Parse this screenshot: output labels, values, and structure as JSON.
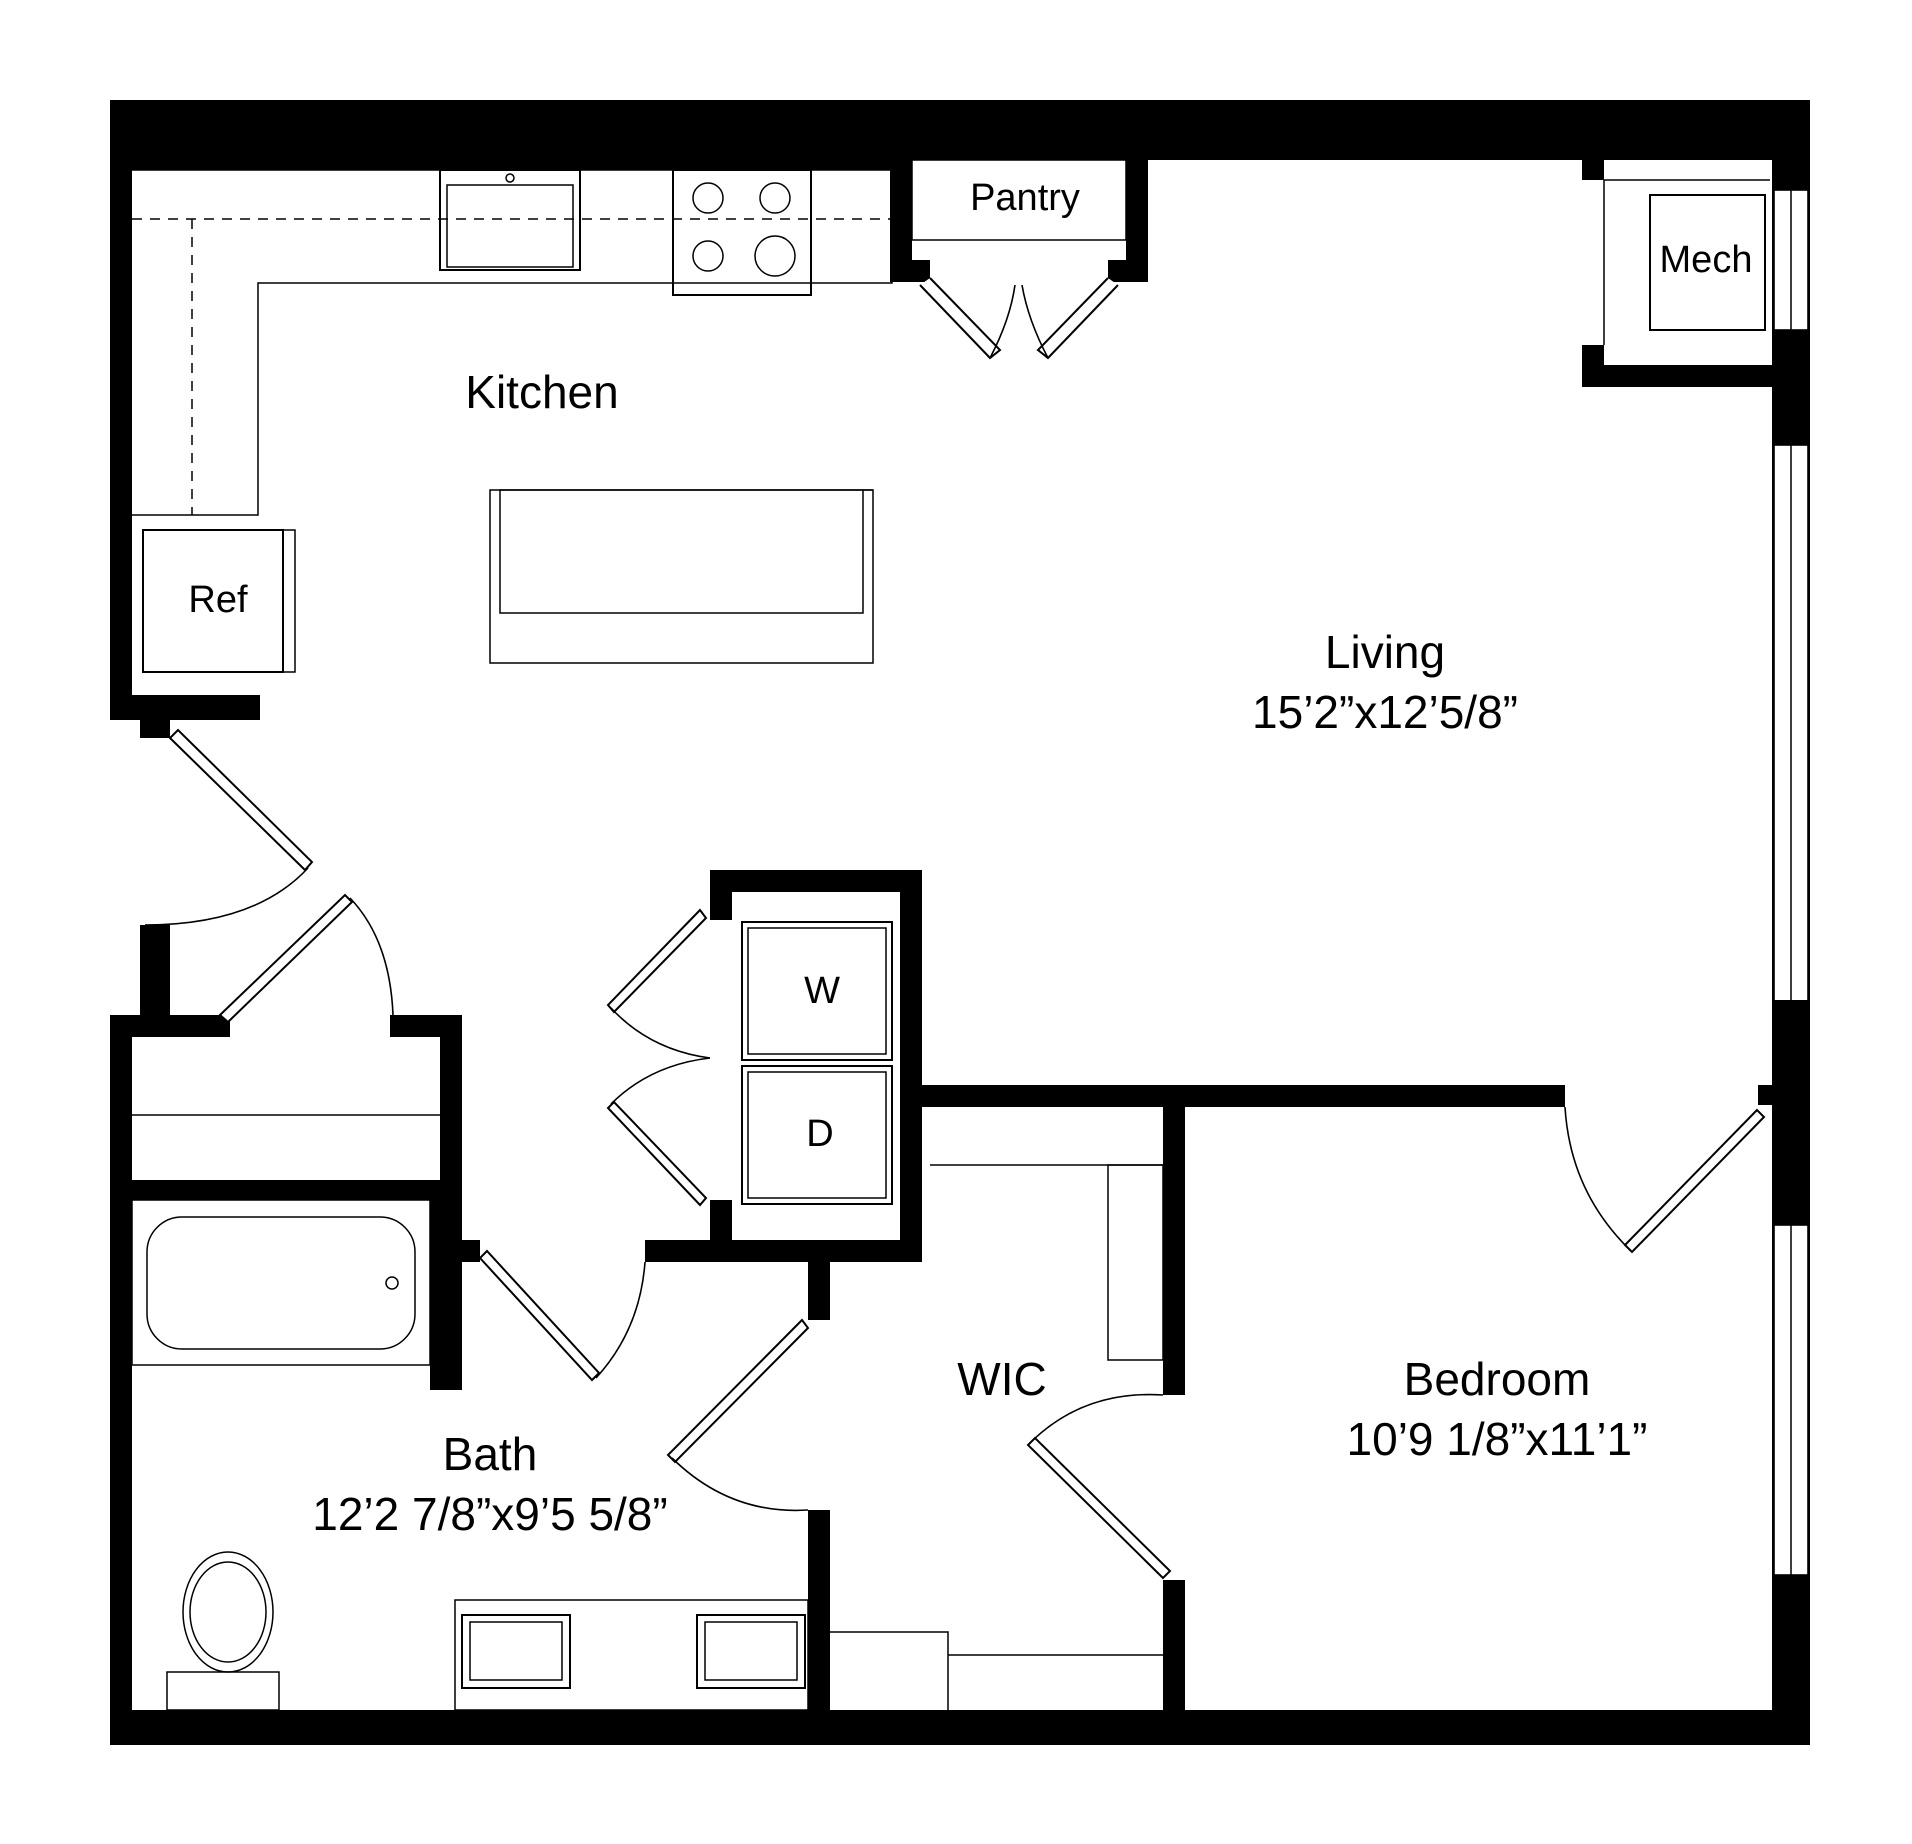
{
  "plan": {
    "rooms": {
      "kitchen": {
        "name": "Kitchen"
      },
      "pantry": {
        "name": "Pantry"
      },
      "mech": {
        "name": "Mech"
      },
      "ref": {
        "name": "Ref"
      },
      "living": {
        "name": "Living",
        "dimensions": "15’2”x12’5/8”"
      },
      "washer": {
        "name": "W"
      },
      "dryer": {
        "name": "D"
      },
      "wic": {
        "name": "WIC"
      },
      "bedroom": {
        "name": "Bedroom",
        "dimensions": "10’9 1/8”x11’1”"
      },
      "bath": {
        "name": "Bath",
        "dimensions": "12’2 7/8”x9’5 5/8”"
      }
    },
    "colors": {
      "wall": "#000000",
      "background": "#ffffff"
    }
  }
}
